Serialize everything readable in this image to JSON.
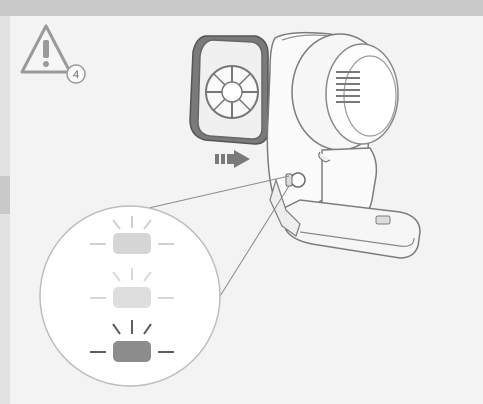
{
  "warning": {
    "step_number": "4"
  },
  "icons": {
    "warning": "warning-triangle-icon",
    "arrow": "direction-arrow-icon",
    "filter": "filter-cartridge",
    "device": "handheld-vacuum-body",
    "indicator": "status-light-indicator"
  },
  "indicator_lights": [
    {
      "state": "flashing",
      "color": "#d6d6d6"
    },
    {
      "state": "flashing",
      "color": "#dedede"
    },
    {
      "state": "flashing",
      "color": "#8c8c8c"
    }
  ],
  "colors": {
    "background": "#c9c9c9",
    "panel": "#f3f3f3",
    "line": "#8a8a8a"
  }
}
